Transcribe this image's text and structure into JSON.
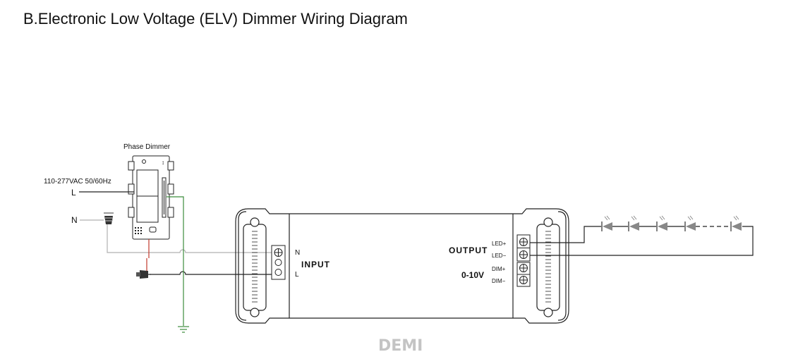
{
  "title": "B.Electronic Low Voltage (ELV) Dimmer Wiring Diagram",
  "dimmer": {
    "label": "Phase Dimmer"
  },
  "mains": {
    "voltage": "110-277VAC 50/60Hz",
    "line": "L",
    "neutral": "N"
  },
  "driver": {
    "input_label": "INPUT",
    "input_n": "N",
    "input_l": "L",
    "output_label": "OUTPUT",
    "led_plus": "LED+",
    "led_minus": "LED−",
    "dim_label": "0-10V",
    "dim_plus": "DIM+",
    "dim_minus": "DIM−"
  },
  "watermark": "DEMI",
  "colors": {
    "wire": "#222222",
    "neutral_wire": "#b0b0b0",
    "live_wire": "#c0392b",
    "ground_wire": "#3c8d3c",
    "led": "#888888"
  }
}
